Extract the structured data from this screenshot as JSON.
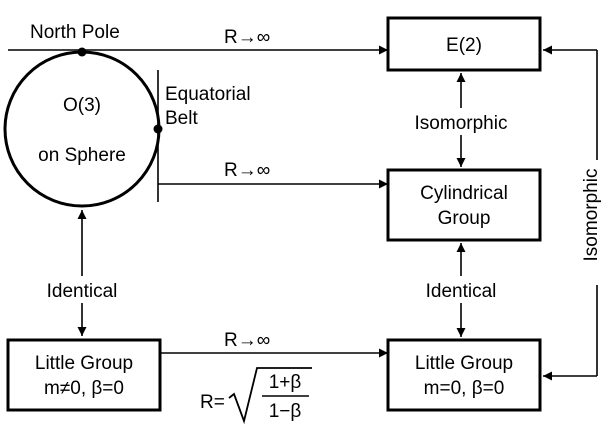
{
  "diagram": {
    "labels": {
      "north_pole": "North Pole",
      "o3_line1": "O(3)",
      "o3_line2": "on Sphere",
      "equatorial_line1": "Equatorial",
      "equatorial_line2": "Belt",
      "limit_top": "R→∞",
      "limit_middle": "R→∞",
      "limit_bottom": "R→∞",
      "isomorphic_center": "Isomorphic",
      "isomorphic_right": "Isomorphic",
      "identical_left": "Identical",
      "identical_right": "Identical",
      "formula_prefix": "R=",
      "formula_numerator": "1+β",
      "formula_denominator": "1−β"
    },
    "boxes": {
      "e2": "E(2)",
      "cylindrical_line1": "Cylindrical",
      "cylindrical_line2": "Group",
      "little_massive_line1": "Little Group",
      "little_massive_line2": "m≠0, β=0",
      "little_massless_line1": "Little Group",
      "little_massless_line2": "m=0, β=0"
    }
  }
}
